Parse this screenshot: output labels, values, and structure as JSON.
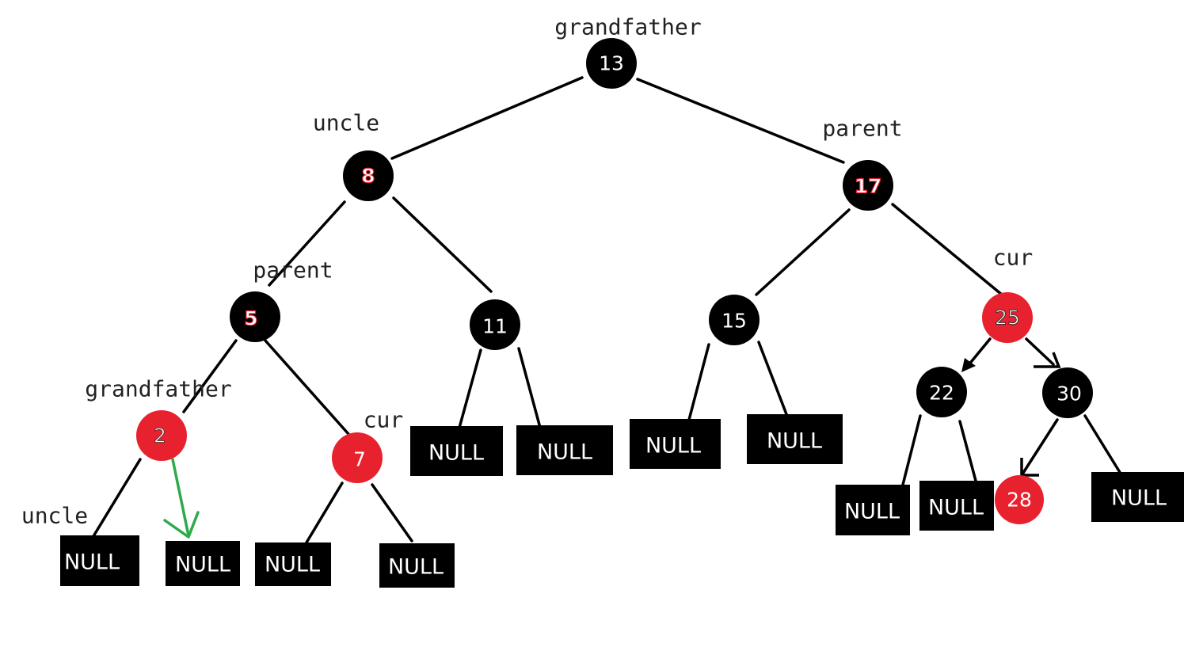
{
  "colors": {
    "black_node": "#000000",
    "red_node": "#e8212e",
    "edge": "#000000",
    "highlight_arrow": "#2eaa4a"
  },
  "labels": {
    "grandfather_top": "grandfather",
    "uncle_top": "uncle",
    "parent_top": "parent",
    "parent_left": "parent",
    "cur_right": "cur",
    "grandfather_left": "grandfather",
    "cur_left": "cur",
    "uncle_left": "uncle"
  },
  "nodes": {
    "n13": {
      "value": "13",
      "color": "black"
    },
    "n8": {
      "value": "8",
      "color": "black"
    },
    "n17": {
      "value": "17",
      "color": "black"
    },
    "n5": {
      "value": "5",
      "color": "black"
    },
    "n11": {
      "value": "11",
      "color": "black"
    },
    "n15": {
      "value": "15",
      "color": "black"
    },
    "n25": {
      "value": "25",
      "color": "red"
    },
    "n2": {
      "value": "2",
      "color": "red"
    },
    "n7": {
      "value": "7",
      "color": "red"
    },
    "n22": {
      "value": "22",
      "color": "black"
    },
    "n30": {
      "value": "30",
      "color": "black"
    },
    "n28": {
      "value": "28",
      "color": "red"
    }
  },
  "null_text": "NULL"
}
